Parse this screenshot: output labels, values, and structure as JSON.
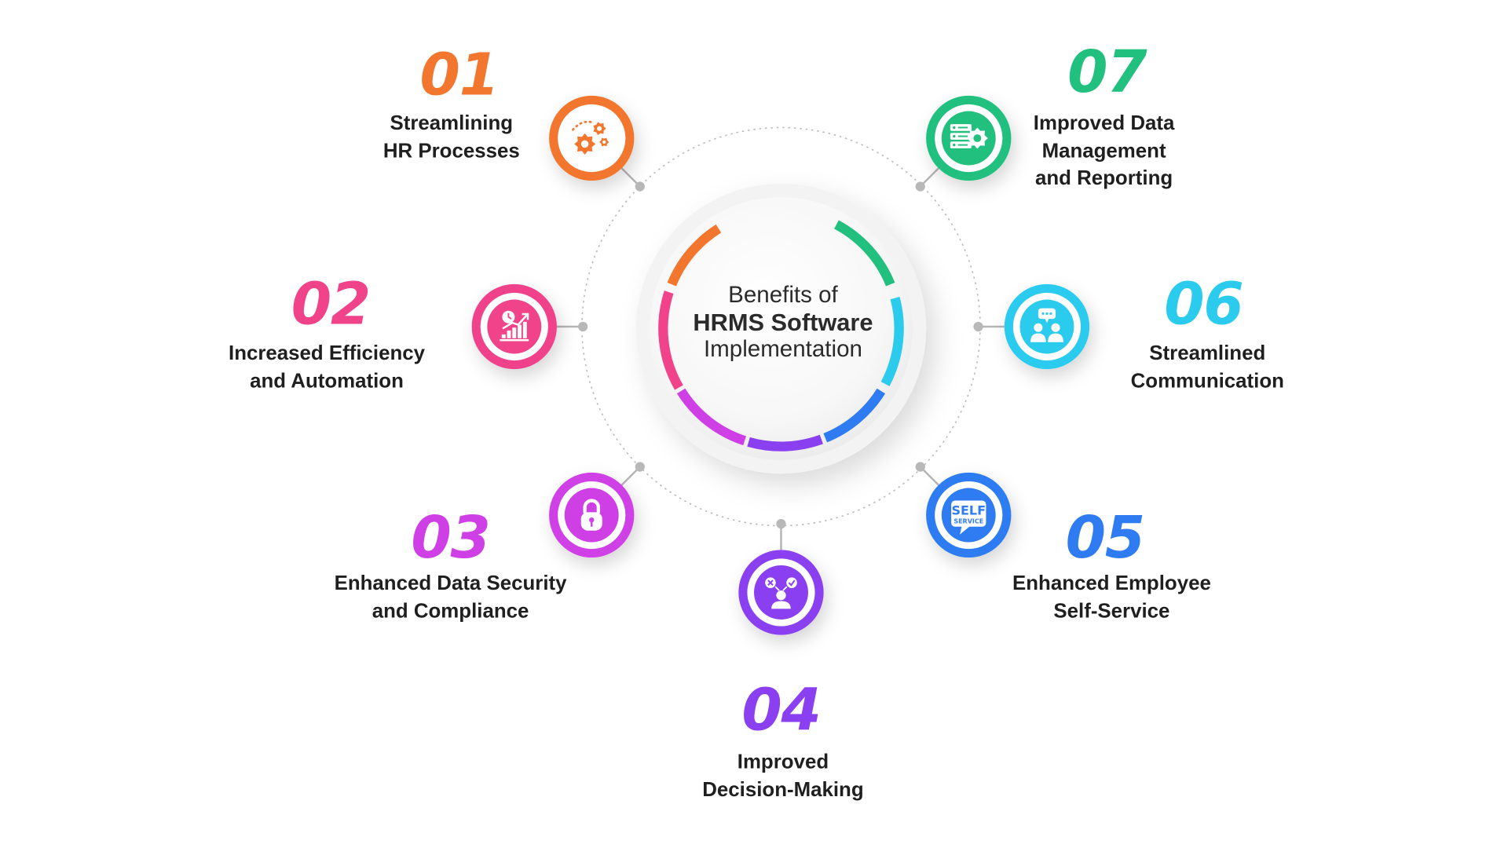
{
  "center": {
    "line1": "Benefits of",
    "line2": "HRMS Software",
    "line3": "Implementation"
  },
  "items": [
    {
      "number": "01",
      "label": "Streamlining\nHR Processes",
      "color": "#f2762e",
      "icon": "gears-icon"
    },
    {
      "number": "02",
      "label": "Increased Efficiency\nand Automation",
      "color": "#f0438a",
      "icon": "growth-chart-icon"
    },
    {
      "number": "03",
      "label": "Enhanced Data Security\nand Compliance",
      "color": "#cf3fe6",
      "icon": "lock-icon"
    },
    {
      "number": "04",
      "label": "Improved\nDecision-Making",
      "color": "#8a3ff0",
      "icon": "decision-person-icon"
    },
    {
      "number": "05",
      "label": "Enhanced Employee\nSelf-Service",
      "color": "#2f7bf2",
      "icon": "self-service-icon",
      "icon_text": {
        "line1": "SELF",
        "line2": "SERVICE"
      }
    },
    {
      "number": "06",
      "label": "Streamlined\nCommunication",
      "color": "#2bcbee",
      "icon": "team-chat-icon"
    },
    {
      "number": "07",
      "label": "Improved Data\nManagement\nand Reporting",
      "color": "#22c07e",
      "icon": "server-gear-icon"
    }
  ]
}
